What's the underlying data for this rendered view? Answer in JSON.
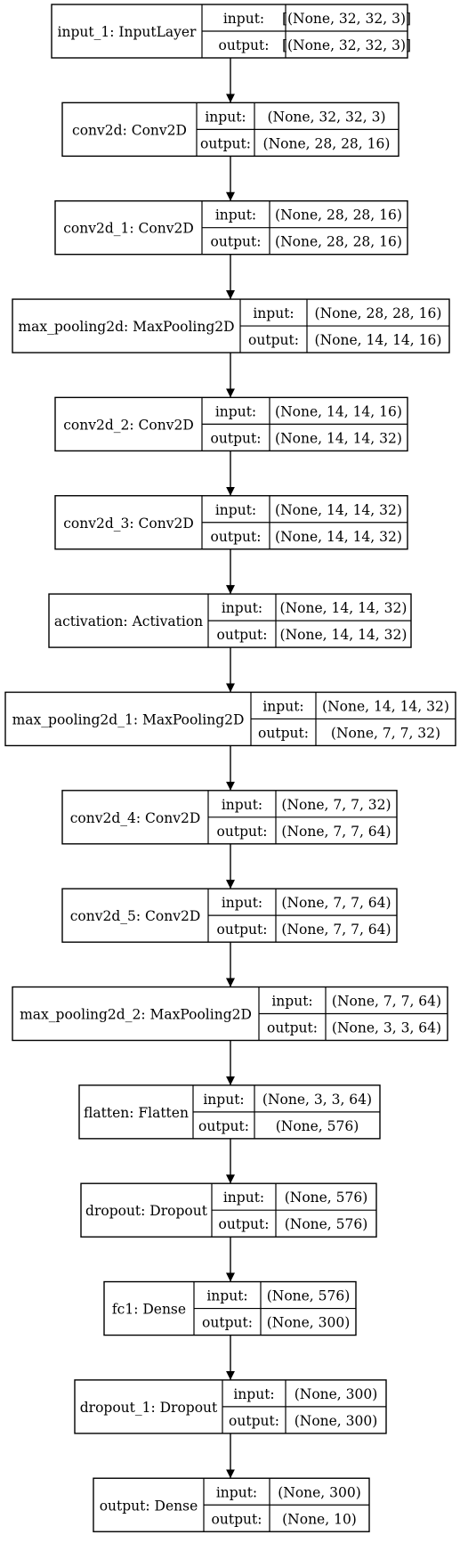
{
  "diagram": {
    "type": "keras-model-plot",
    "row_labels": {
      "input": "input:",
      "output": "output:"
    },
    "layers": [
      {
        "name": "input_1: InputLayer",
        "input": "[(None, 32, 32, 3)]",
        "output": "[(None, 32, 32, 3)]"
      },
      {
        "name": "conv2d: Conv2D",
        "input": "(None, 32, 32, 3)",
        "output": "(None, 28, 28, 16)"
      },
      {
        "name": "conv2d_1: Conv2D",
        "input": "(None, 28, 28, 16)",
        "output": "(None, 28, 28, 16)"
      },
      {
        "name": "max_pooling2d: MaxPooling2D",
        "input": "(None, 28, 28, 16)",
        "output": "(None, 14, 14, 16)"
      },
      {
        "name": "conv2d_2: Conv2D",
        "input": "(None, 14, 14, 16)",
        "output": "(None, 14, 14, 32)"
      },
      {
        "name": "conv2d_3: Conv2D",
        "input": "(None, 14, 14, 32)",
        "output": "(None, 14, 14, 32)"
      },
      {
        "name": "activation: Activation",
        "input": "(None, 14, 14, 32)",
        "output": "(None, 14, 14, 32)"
      },
      {
        "name": "max_pooling2d_1: MaxPooling2D",
        "input": "(None, 14, 14, 32)",
        "output": "(None, 7, 7, 32)"
      },
      {
        "name": "conv2d_4: Conv2D",
        "input": "(None, 7, 7, 32)",
        "output": "(None, 7, 7, 64)"
      },
      {
        "name": "conv2d_5: Conv2D",
        "input": "(None, 7, 7, 64)",
        "output": "(None, 7, 7, 64)"
      },
      {
        "name": "max_pooling2d_2: MaxPooling2D",
        "input": "(None, 7, 7, 64)",
        "output": "(None, 3, 3, 64)"
      },
      {
        "name": "flatten: Flatten",
        "input": "(None, 3, 3, 64)",
        "output": "(None, 576)"
      },
      {
        "name": "dropout: Dropout",
        "input": "(None, 576)",
        "output": "(None, 576)"
      },
      {
        "name": "fc1: Dense",
        "input": "(None, 576)",
        "output": "(None, 300)"
      },
      {
        "name": "dropout_1: Dropout",
        "input": "(None, 300)",
        "output": "(None, 300)"
      },
      {
        "name": "output: Dense",
        "input": "(None, 300)",
        "output": "(None, 10)"
      }
    ]
  }
}
